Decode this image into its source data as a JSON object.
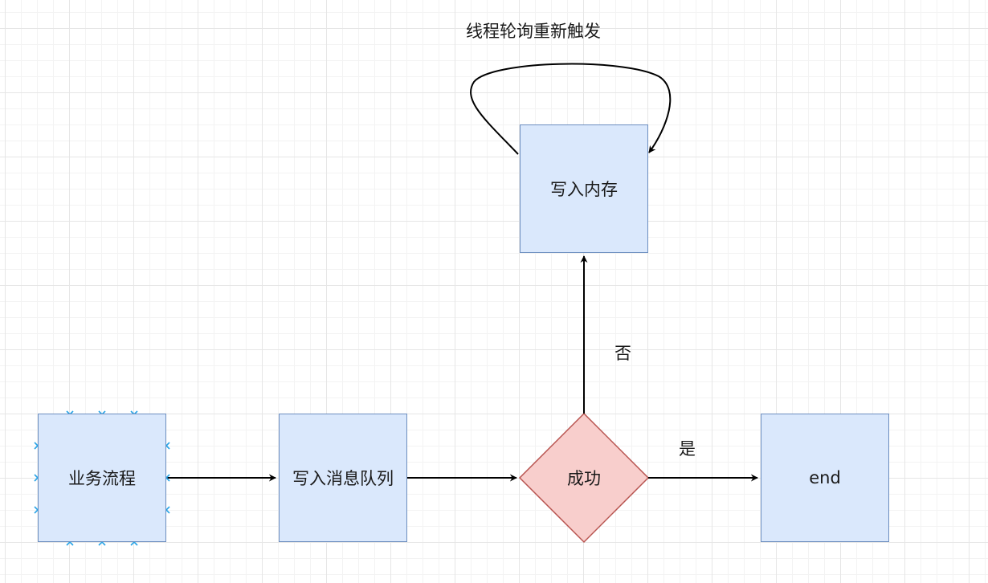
{
  "nodes": {
    "business": {
      "label": "业务流程"
    },
    "write_mq": {
      "label": "写入消息队列"
    },
    "success": {
      "label": "成功"
    },
    "write_memory": {
      "label": "写入内存"
    },
    "end": {
      "label": "end"
    }
  },
  "edge_labels": {
    "yes": "是",
    "no": "否",
    "retry": "线程轮询重新触发"
  },
  "colors": {
    "rect_fill": "#dae8fc",
    "rect_stroke": "#6c8ebf",
    "diamond_fill": "#f8cecc",
    "diamond_stroke": "#b85450",
    "selection_handle": "#29a3e6",
    "edge": "#000000"
  }
}
